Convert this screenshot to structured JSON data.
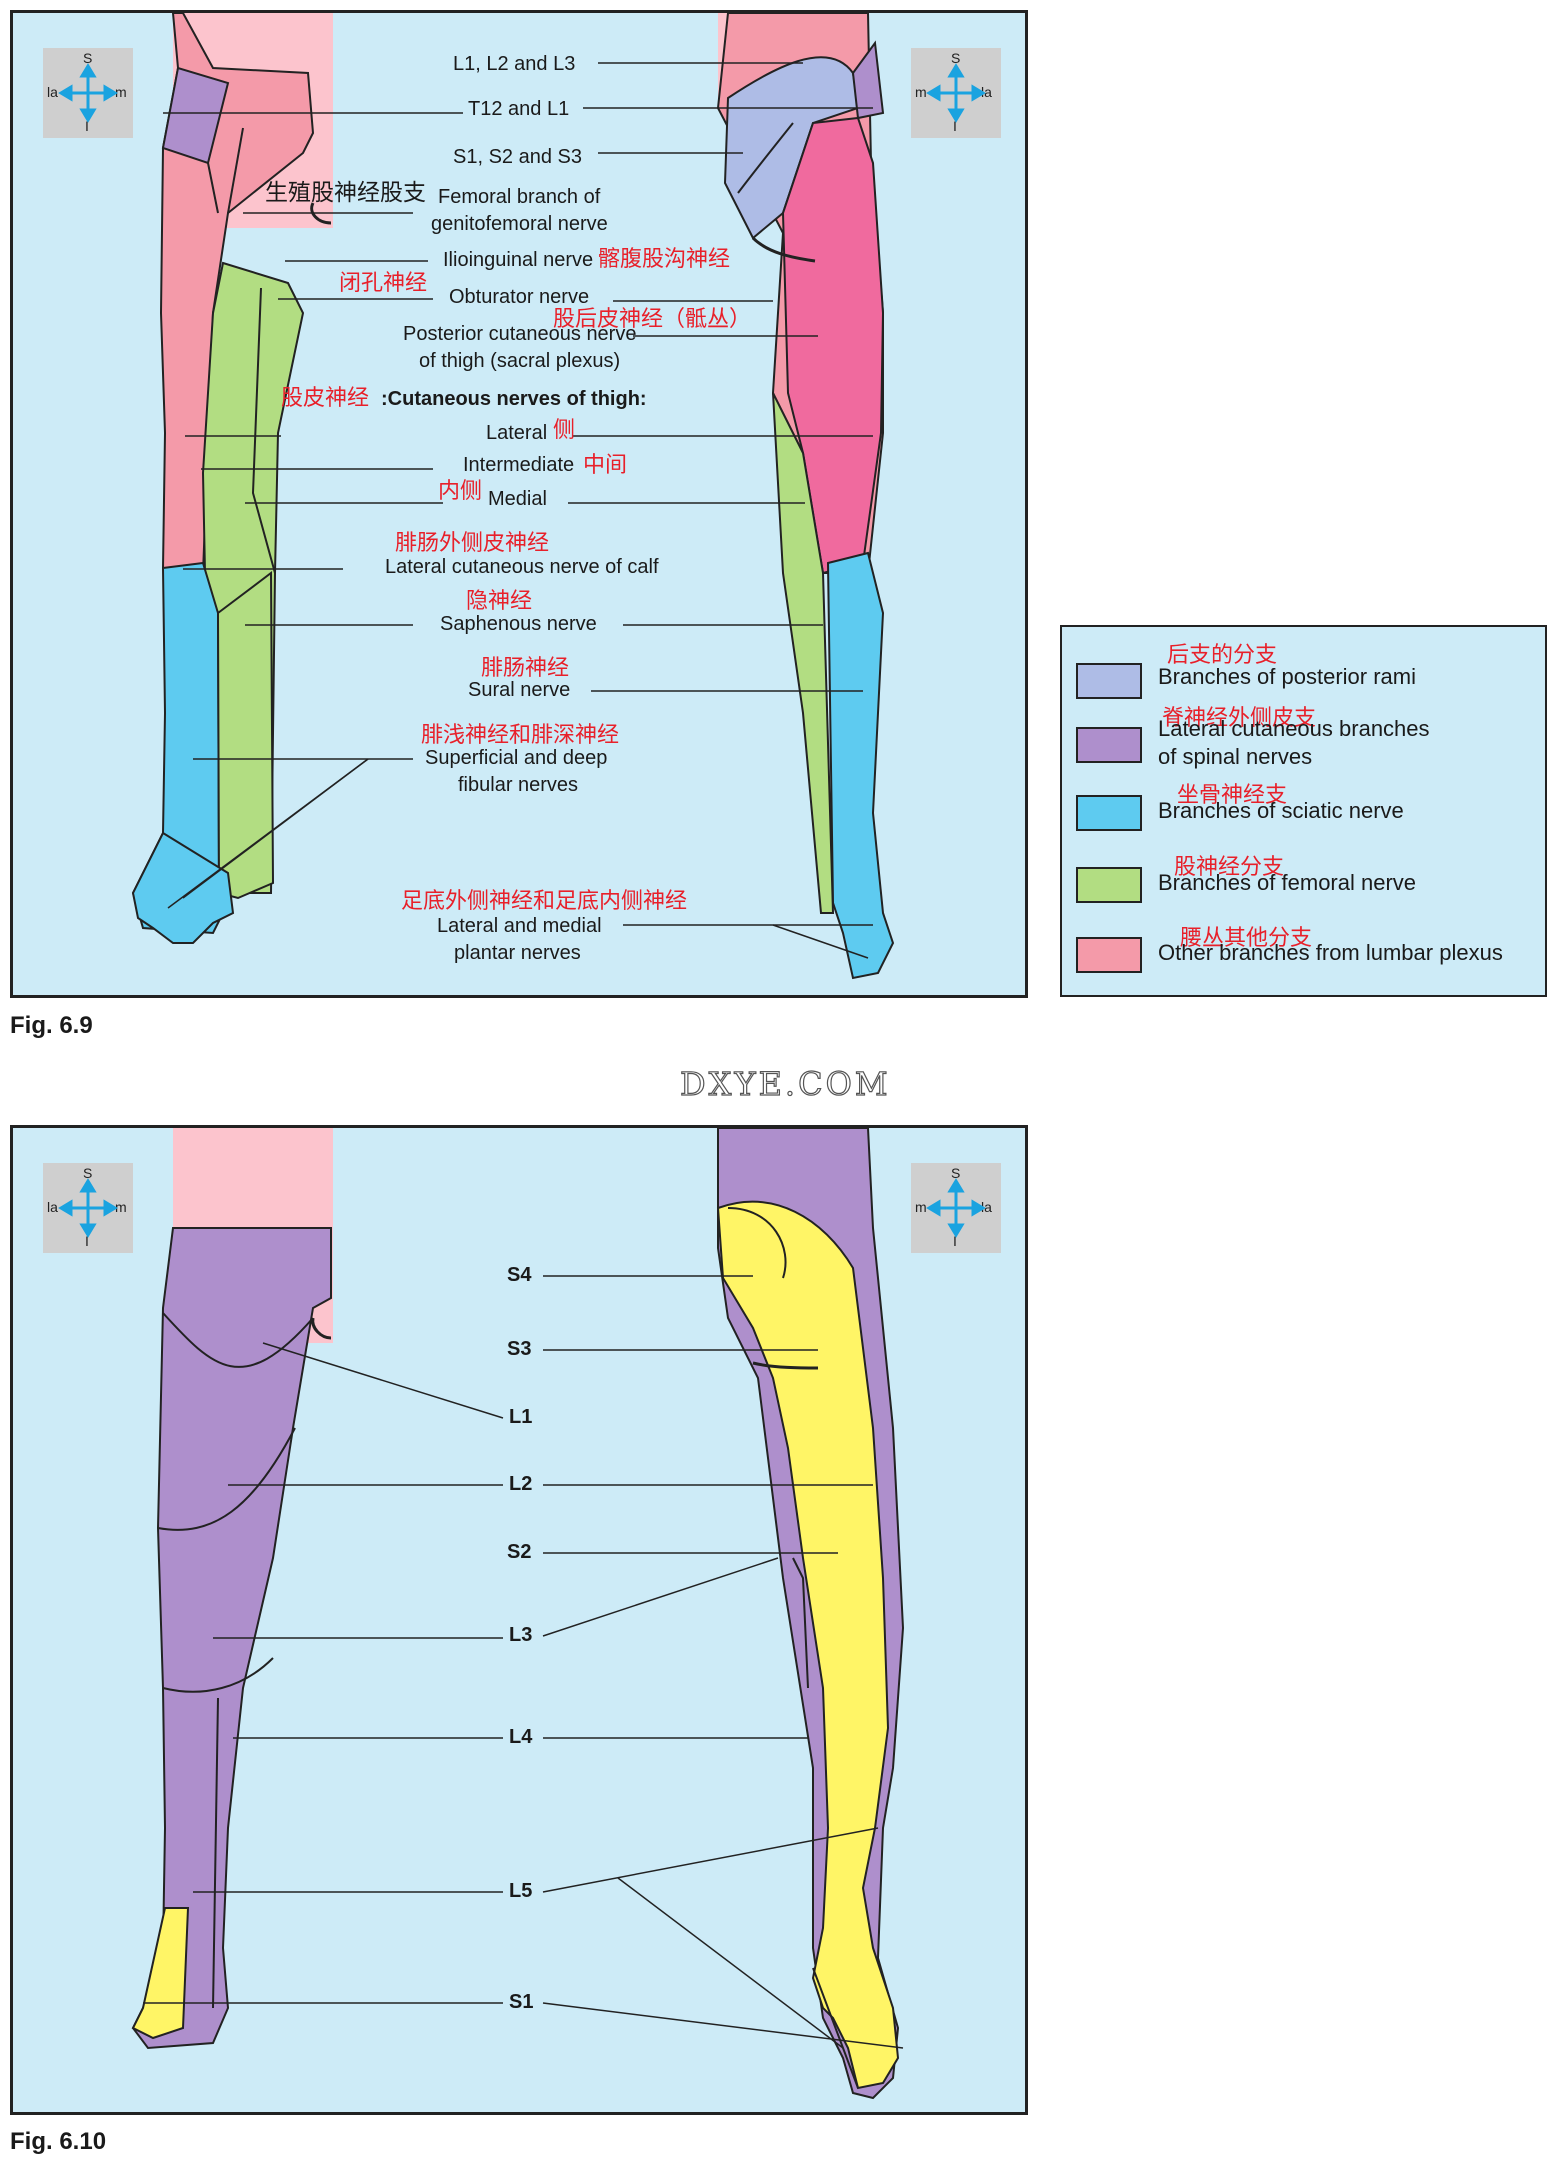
{
  "colors": {
    "posterior_rami": "#aebce6",
    "lateral_cutaneous": "#ae8fcc",
    "sciatic": "#5ecbf0",
    "femoral": "#b2dd82",
    "lumbar_other": "#f49aa9",
    "posterior_cutaneous": "#f06a9e",
    "dermatome_yellow": "#fff566",
    "trunk_pink": "#fcc4cd",
    "background": "#cdebf7"
  },
  "compass": {
    "s": "S",
    "i": "I",
    "la": "la",
    "m": "m"
  },
  "fig9": {
    "caption": "Fig. 6.9",
    "labels": {
      "l1l2l3": "L1, L2 and  L3",
      "t12l1": "T12 and L1",
      "s1s2s3": "S1, S2 and S3",
      "femoral_branch_1": "Femoral branch of",
      "femoral_branch_2": "genitofemoral nerve",
      "ilioinguinal": "Ilioinguinal nerve",
      "obturator": "Obturator nerve",
      "post_cut_1": "Posterior cutaneous nerve",
      "post_cut_2": "of thigh (sacral plexus)",
      "cut_thigh": ":Cutaneous nerves of thigh:",
      "lateral": "Lateral",
      "intermediate": "Intermediate",
      "medial": "Medial",
      "lat_cut_calf": "Lateral cutaneous nerve of calf",
      "saphenous": "Saphenous nerve",
      "sural": "Sural nerve",
      "fibular_1": "Superficial and deep",
      "fibular_2": "fibular nerves",
      "plantar_1": "Lateral and medial",
      "plantar_2": "plantar nerves"
    },
    "cn": {
      "genitofemoral": "生殖股神经股支",
      "ilioinguinal": "髂腹股沟神经",
      "obturator": "闭孔神经",
      "post_cut": "股后皮神经（骶丛）",
      "cut_thigh": "股皮神经",
      "lateral": "侧",
      "intermediate": "中间",
      "medial": "内侧",
      "lat_cut_calf": "腓肠外侧皮神经",
      "saphenous": "隐神经",
      "sural": "腓肠神经",
      "fibular": "腓浅神经和腓深神经",
      "plantar": "足底外侧神经和足底内侧神经"
    }
  },
  "legend": [
    {
      "cn": "后支的分支",
      "text": [
        "Branches of posterior rami"
      ],
      "color_key": "posterior_rami"
    },
    {
      "cn": "脊神经外侧皮支",
      "text": [
        "Lateral cutaneous branches",
        "of spinal nerves"
      ],
      "color_key": "lateral_cutaneous"
    },
    {
      "cn": "坐骨神经支",
      "text": [
        "Branches of sciatic nerve"
      ],
      "color_key": "sciatic"
    },
    {
      "cn": "股神经分支",
      "text": [
        "Branches of femoral nerve"
      ],
      "color_key": "femoral"
    },
    {
      "cn": "腰丛其他分支",
      "text": [
        "Other branches from lumbar plexus"
      ],
      "color_key": "lumbar_other"
    }
  ],
  "watermark": "DXYE.COM",
  "fig10": {
    "caption": "Fig. 6.10",
    "segments": [
      "S4",
      "S3",
      "L1",
      "L2",
      "S2",
      "L3",
      "L4",
      "L5",
      "S1"
    ]
  }
}
